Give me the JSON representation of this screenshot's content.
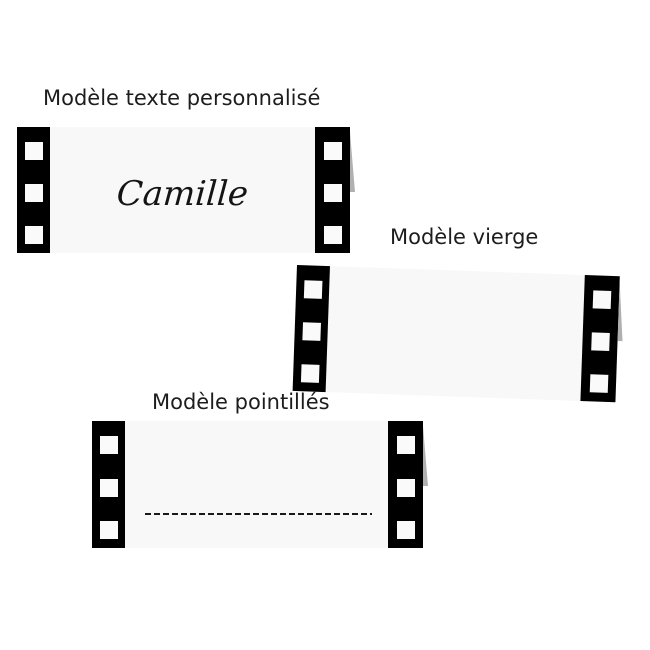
{
  "page": {
    "background": "#ffffff",
    "description_kind": "three film-strip tent place-card mockups"
  },
  "models": [
    {
      "title": "Modèle texte personnalisé",
      "content_kind": "text",
      "card_text": "Camille"
    },
    {
      "title": "Modèle vierge",
      "content_kind": "blank",
      "card_text": ""
    },
    {
      "title": "Modèle pointillés",
      "content_kind": "dashed-line",
      "card_text": ""
    }
  ],
  "colors": {
    "film_bar": "#000000",
    "card_body": "#f8f8f8",
    "film_hole": "#fafafa",
    "fold_shadow": "#b0b0b0",
    "title_text": "#1d1d1d",
    "name_text": "#141414",
    "dashed_line": "#1a1a1a"
  }
}
